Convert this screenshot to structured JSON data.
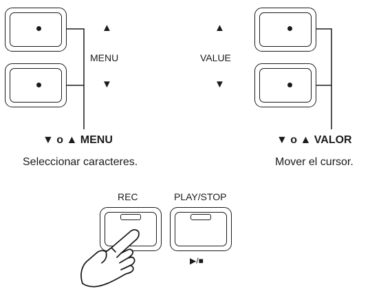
{
  "left_group": {
    "up_glyph": "▲",
    "menu_label": "MENU",
    "down_glyph": "▼",
    "caption_bold": "▼ o ▲ MENU",
    "caption_desc": "Seleccionar caracteres."
  },
  "right_group": {
    "up_glyph": "▲",
    "value_label": "VALUE",
    "down_glyph": "▼",
    "caption_bold": "▼ o ▲ VALOR",
    "caption_desc": "Mover el cursor."
  },
  "record_group": {
    "rec_label": "REC",
    "play_stop_label": "PLAY/STOP",
    "play_stop_glyph": "▶/■"
  },
  "icons": [
    "finger-press-icon"
  ],
  "colors": {
    "ink": "#1a1a1a",
    "background": "#ffffff"
  }
}
